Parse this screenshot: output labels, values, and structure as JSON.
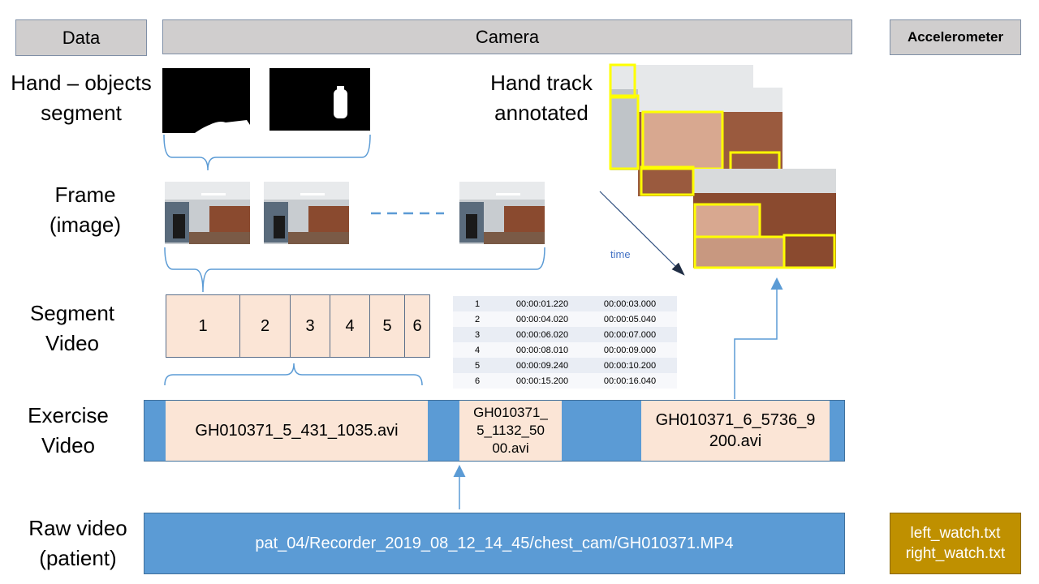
{
  "headers": {
    "data": "Data",
    "camera": "Camera",
    "accelerometer": "Accelerometer"
  },
  "rows": {
    "hand_objects": [
      "Hand – objects",
      "segment"
    ],
    "frame": [
      "Frame",
      "(image)"
    ],
    "segment_video": [
      "Segment",
      "Video"
    ],
    "exercise_video": [
      "Exercise",
      "Video"
    ],
    "raw_video": [
      "Raw video",
      "(patient)"
    ],
    "hand_track": [
      "Hand track",
      "annotated"
    ]
  },
  "segments": [
    "1",
    "2",
    "3",
    "4",
    "5",
    "6"
  ],
  "timestamps": [
    [
      "1",
      "00:00:01.220",
      "00:00:03.000"
    ],
    [
      "2",
      "00:00:04.020",
      "00:00:05.040"
    ],
    [
      "3",
      "00:00:06.020",
      "00:00:07.000"
    ],
    [
      "4",
      "00:00:08.010",
      "00:00:09.000"
    ],
    [
      "5",
      "00:00:09.240",
      "00:00:10.200"
    ],
    [
      "6",
      "00:00:15.200",
      "00:00:16.040"
    ]
  ],
  "exercise_videos": [
    "GH010371_5_431_1035.avi",
    "GH010371_\n5_1132_50\n00.avi",
    "GH010371_6_5736_9\n200.avi"
  ],
  "raw_video_path": "pat_04/Recorder_2019_08_12_14_45/chest_cam/GH010371.MP4",
  "time_label": "time",
  "watch_files": [
    "left_watch.txt",
    "right_watch.txt"
  ],
  "colors": {
    "header_fill": "#d0cece",
    "segment_fill": "#fbe5d6",
    "bar_blue": "#5b9bd5",
    "watch_fill": "#bf9000",
    "bracket": "#5b9bd5",
    "box_yellow": "#ffff00"
  }
}
